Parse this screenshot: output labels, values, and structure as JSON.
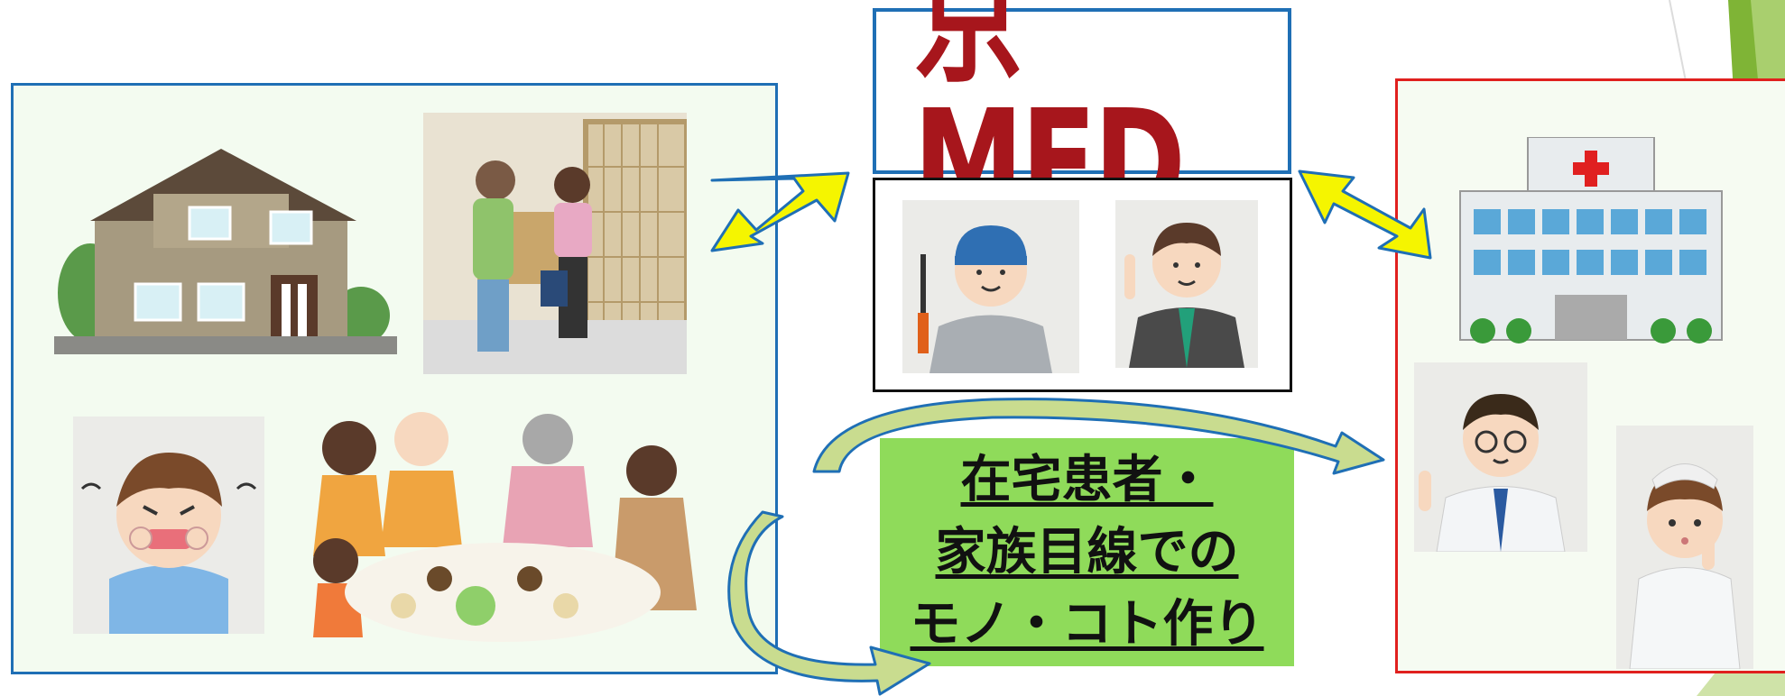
{
  "logo": {
    "text": "京MED",
    "color": "#a7161c"
  },
  "message": {
    "lines": [
      "在宅患者・",
      "家族目線での",
      "モノ・コト作り"
    ],
    "background": "#8fdb5a"
  },
  "colors": {
    "home_border": "#1f6fb5",
    "hospital_border": "#e0201e",
    "staff_border": "#111111",
    "arrow_fill": "#f5f500",
    "curve_arrow_fill": "#c9dc8f",
    "accent_green": "#8fdb5a"
  },
  "icons": [
    "house-illustration",
    "home-visit-illustration",
    "sick-boy-illustration",
    "family-dinner-illustration",
    "engineer-illustration",
    "businessman-illustration",
    "hospital-illustration",
    "doctor-illustration",
    "nurse-illustration"
  ]
}
